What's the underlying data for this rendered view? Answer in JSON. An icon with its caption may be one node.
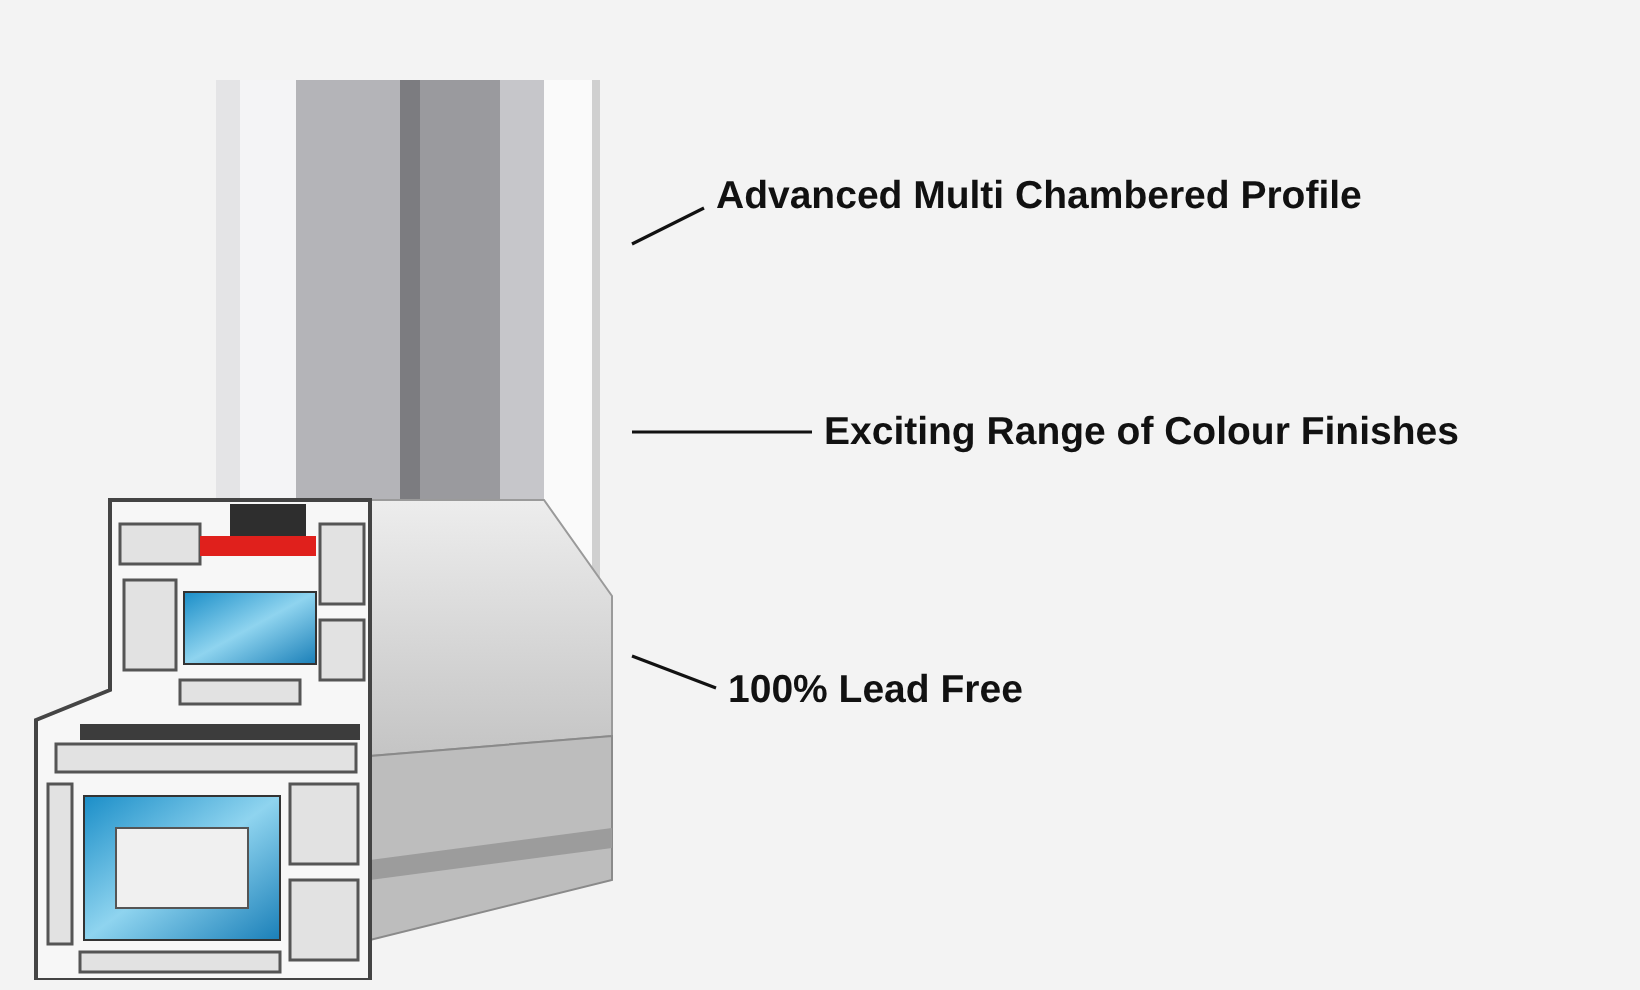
{
  "diagram": {
    "nodes": [
      {
        "text": [
          "Advanced Multi Chambered Profile"
        ]
      },
      {
        "text": [
          "Exciting Range of Colour Finishes"
        ]
      },
      {
        "text": [
          "100% Lead Free"
        ]
      },
      {
        "text": [],
        "shape": "picture"
      }
    ],
    "edges": [
      {
        "from": 0,
        "to": 3,
        "arrow": "none"
      },
      {
        "from": 1,
        "to": 3,
        "arrow": "none"
      },
      {
        "from": 2,
        "to": 3,
        "arrow": "none"
      }
    ]
  }
}
